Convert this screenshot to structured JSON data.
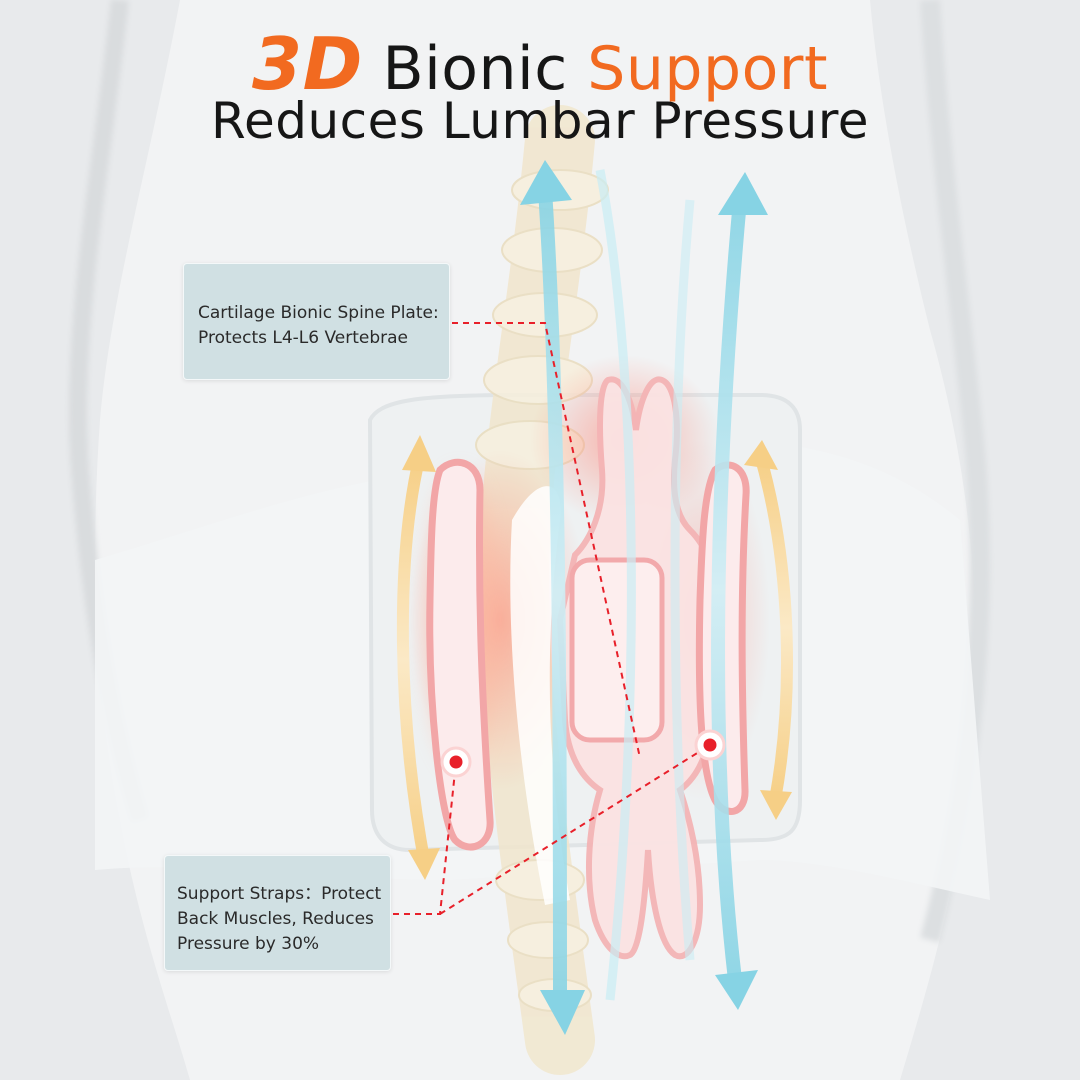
{
  "headline": {
    "line1_number": "3D",
    "line1_word1": "Bionic",
    "line1_word2": "Support",
    "line2": "Reduces Lumbar Pressure"
  },
  "callouts": {
    "spine_plate": {
      "line1": "Cartilage Bionic Spine Plate:",
      "line2": "Protects L4-L6 Vertebrae"
    },
    "support_straps": {
      "line1": "Support Straps：Protect",
      "line2": "Back Muscles, Reduces",
      "line3": "Pressure by 30%"
    }
  },
  "colors": {
    "accent": "#f26a20",
    "text": "#161616",
    "callout_bg": "#cbdde0",
    "marker_red": "#e8202a",
    "arrow_blue": "#8fd6e6",
    "arrow_yellow": "#f5d38f",
    "glow_pink": "#f7a7a8"
  }
}
